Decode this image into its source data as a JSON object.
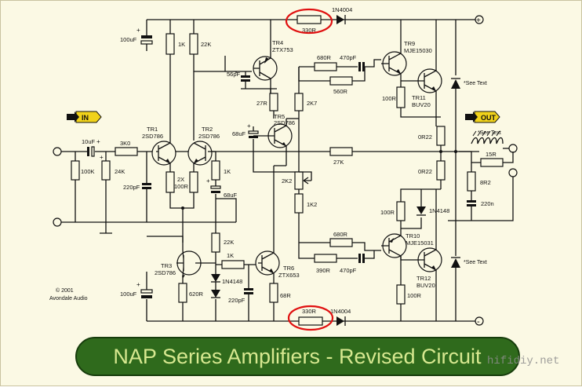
{
  "title": "NAP Series Amplifiers - Revised Circuit",
  "watermark": "hifidiy.net",
  "copyright_line1": "© 2001",
  "copyright_line2": "Avondale Audio",
  "terminals": {
    "in": "IN",
    "out": "OUT",
    "plus": "+",
    "minus": "-"
  },
  "components": {
    "c_100uf_top": "100uF",
    "r_1k_a": "1K",
    "r_22k_a": "22K",
    "r_330_top": "330R",
    "d_1n4004_top": "1N4004",
    "tr4": "TR4",
    "tr4_type": "ZTX753",
    "c_56pf": "56pF",
    "r_680_top": "680R",
    "c_470pf_top": "470pF",
    "r_560": "560R",
    "tr9": "TR9",
    "tr9_type": "MJE15030",
    "r_100_tr11": "100R",
    "tr11": "TR11",
    "tr11_type": "BUV20",
    "see_text_1": "*See Text",
    "r_27r": "27R",
    "r_2k7": "2K7",
    "tr5": "TR5",
    "tr5_type": "2SD786",
    "c_68uf_a": "68uF",
    "r_0r22_a": "0R22",
    "see_text_out": "*See Text",
    "c_10uf": "10uF",
    "r_3k0": "3K0",
    "tr1": "TR1",
    "tr1_type": "2SD786",
    "tr2": "TR2",
    "tr2_type": "2SD786",
    "r_100k": "100K",
    "r_24k": "24K",
    "c_220pf_a": "220pF",
    "r_2x100": "2X",
    "r_2x100_b": "100R",
    "r_1k_b": "1K",
    "c_68uf_b": "68uF",
    "r_27k": "27K",
    "r_15r": "15R",
    "r_2k2": "2K2",
    "r_1k2": "1K2",
    "r_0r22_b": "0R22",
    "r_8r2": "8R2",
    "c_220n": "220n",
    "r_100_lower": "100R",
    "d_1n4148_right": "1N4148",
    "r_22k_b": "22K",
    "r_680_bot": "680R",
    "tr10": "TR10",
    "tr10_type": "MJE15031",
    "tr3": "TR3",
    "tr3_type": "2SD786",
    "r_1k_c": "1K",
    "tr6": "TR6",
    "tr6_type": "ZTX653",
    "r_390": "390R",
    "c_470pf_bot": "470pF",
    "see_text_2": "*See Text",
    "d_1n4148_left": "1N4148",
    "tr12": "TR12",
    "tr12_type": "BUV20",
    "c_100uf_bot": "100uF",
    "r_620": "620R",
    "c_220pf_b": "220pF",
    "r_68r": "68R",
    "r_100_tr12": "100R",
    "r_330_bot": "330R",
    "d_1n4004_bot": "1N4004"
  },
  "colors": {
    "background": "#fbf9e4",
    "highlight": "#e01010",
    "banner_fill": "#2f6a1c",
    "banner_text": "#d7e890",
    "terminal_tag": "#f0d21a"
  }
}
